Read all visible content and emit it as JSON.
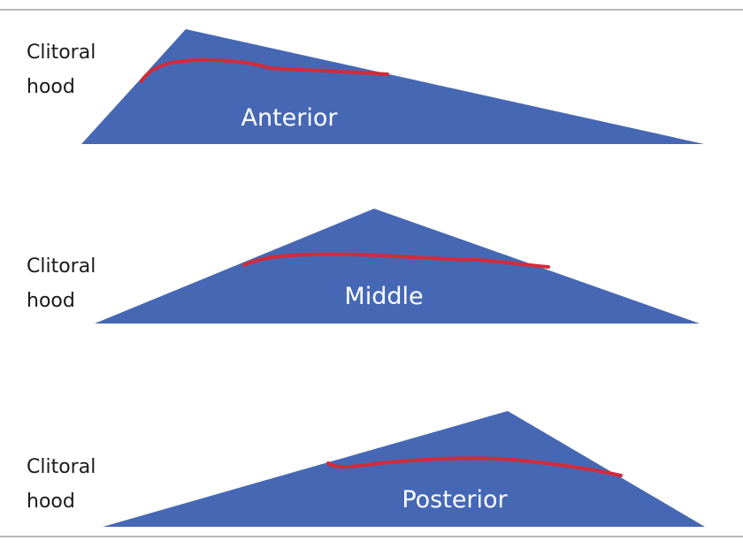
{
  "colors": {
    "triangle_fill": "#4668B4",
    "incision_line": "#D42A3A",
    "frame_line": "#B9B9B9"
  },
  "panels": [
    {
      "side_label_line1": "Clitoral",
      "side_label_line2": "hood",
      "label": "Anterior"
    },
    {
      "side_label_line1": "Clitoral",
      "side_label_line2": "hood",
      "label": "Middle"
    },
    {
      "side_label_line1": "Clitoral",
      "side_label_line2": "hood",
      "label": "Posterior"
    }
  ]
}
